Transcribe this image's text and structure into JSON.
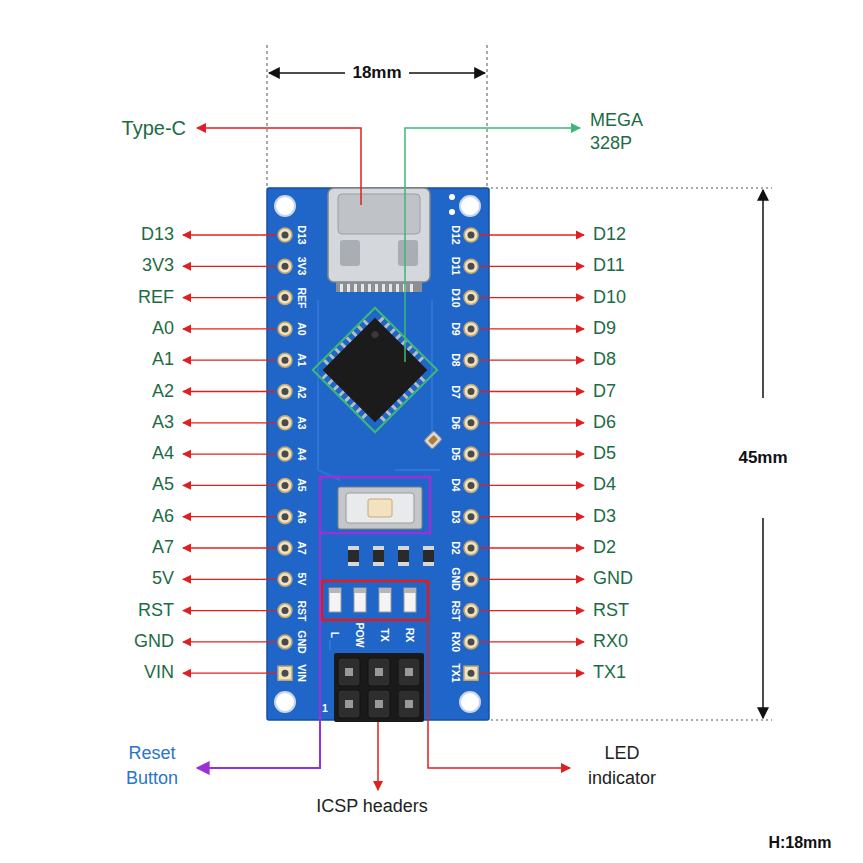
{
  "diagram": {
    "labels": [
      "18mm",
      "Type-C",
      "MEGA 328P",
      "45mm",
      "D13",
      "3V3",
      "REF",
      "A0",
      "A1",
      "A2",
      "A3",
      "A4",
      "A5",
      "A6",
      "A7",
      "5V",
      "RST",
      "GND",
      "VIN",
      "D12",
      "D11",
      "D10",
      "D9",
      "D8",
      "D7",
      "D6",
      "D5",
      "D4",
      "D3",
      "D2",
      "GND",
      "RST",
      "RX0",
      "TX1",
      "Reset Button",
      "ICSP headers",
      "LED indicator",
      "H:18mm",
      "D13",
      "3V3",
      "REF",
      "A0",
      "A1",
      "A2",
      "A3",
      "A4",
      "A5",
      "A6",
      "A7",
      "5V",
      "RST",
      "GND",
      "VIN",
      "D12",
      "D11",
      "D10",
      "D9",
      "D8",
      "D7",
      "D6",
      "D5",
      "D4",
      "D3",
      "D2",
      "GND",
      "RST",
      "RX0",
      "TX1",
      "L",
      "POW",
      "TX",
      "RX",
      "1"
    ]
  }
}
